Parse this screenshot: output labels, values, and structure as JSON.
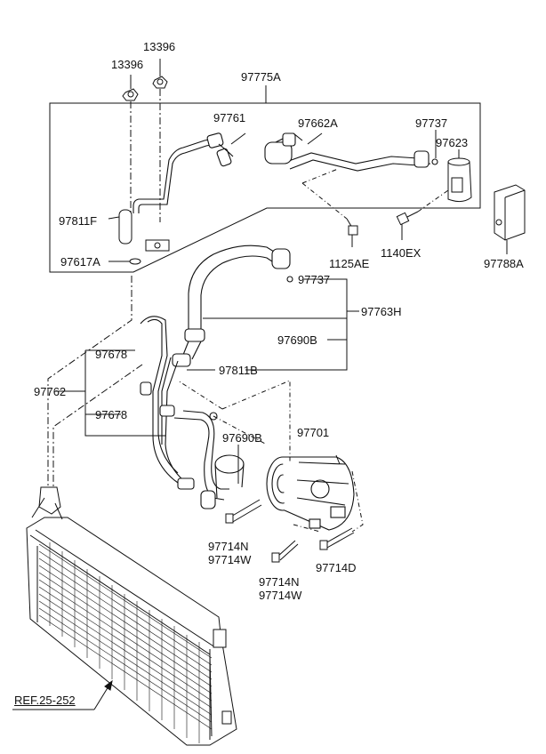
{
  "diagram": {
    "parts": {
      "p13396_a": "13396",
      "p13396_b": "13396",
      "p97775A": "97775A",
      "p97761": "97761",
      "p97662A": "97662A",
      "p97737_top": "97737",
      "p97623": "97623",
      "p97811F": "97811F",
      "p97617A": "97617A",
      "p1125AE": "1125AE",
      "p1140EX": "1140EX",
      "p97788A": "97788A",
      "p97737_mid": "97737",
      "p97763H": "97763H",
      "p97690B_mid": "97690B",
      "p97678_a": "97678",
      "p97811B": "97811B",
      "p97762": "97762",
      "p97678_b": "97678",
      "p97690B_low": "97690B",
      "p97701": "97701",
      "p97714N_a": "97714N",
      "p97714W_a": "97714W",
      "p97714N_b": "97714N",
      "p97714W_b": "97714W",
      "p97714D": "97714D",
      "ref": "REF.25-252"
    }
  }
}
